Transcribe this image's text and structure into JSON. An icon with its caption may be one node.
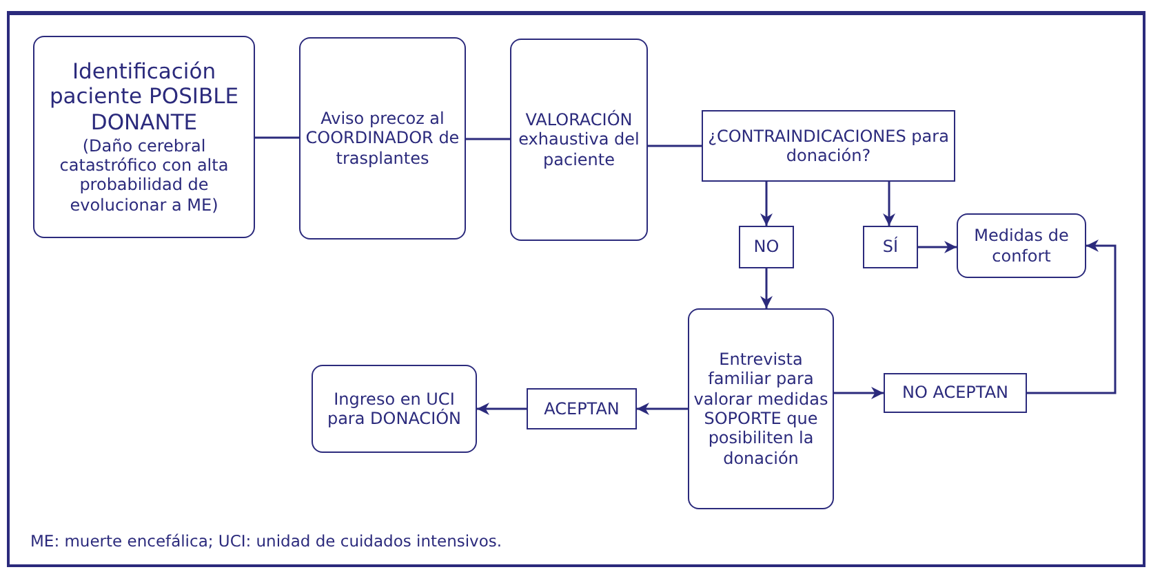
{
  "diagram": {
    "nodes": [
      {
        "text": [
          "Identificación paciente POSIBLE DONANTE",
          "(Daño cerebral catastrófico con alta probabilidad de evolucionar a ME)"
        ]
      },
      {
        "text": [
          "Aviso precoz al COORDINADOR de trasplantes"
        ]
      },
      {
        "text": [
          "VALORACIÓN exhaustiva del paciente"
        ]
      },
      {
        "text": [
          "¿CONTRAINDICACIONES para donación?"
        ]
      },
      {
        "text": [
          "NO"
        ]
      },
      {
        "text": [
          "SÍ"
        ]
      },
      {
        "text": [
          "Medidas de confort"
        ]
      },
      {
        "text": [
          "Entrevista familiar para valorar medidas SOPORTE que posibiliten la donación"
        ]
      },
      {
        "text": [
          "NO ACEPTAN"
        ]
      },
      {
        "text": [
          "ACEPTAN"
        ]
      },
      {
        "text": [
          "Ingreso en UCI para DONACIÓN"
        ]
      }
    ],
    "edges": [
      {
        "from": 0,
        "to": 1,
        "arrow": "none"
      },
      {
        "from": 1,
        "to": 2,
        "arrow": "none"
      },
      {
        "from": 2,
        "to": 3,
        "arrow": "none"
      },
      {
        "from": 3,
        "to": 4,
        "arrow": "to"
      },
      {
        "from": 3,
        "to": 5,
        "arrow": "to"
      },
      {
        "from": 5,
        "to": 6,
        "arrow": "to"
      },
      {
        "from": 4,
        "to": 7,
        "arrow": "to"
      },
      {
        "from": 7,
        "to": 8,
        "arrow": "to"
      },
      {
        "from": 8,
        "to": 6,
        "arrow": "to"
      },
      {
        "from": 7,
        "to": 9,
        "arrow": "to"
      },
      {
        "from": 9,
        "to": 10,
        "arrow": "to"
      }
    ],
    "labels": [
      "ME: muerte encefálica; UCI: unidad de cuidados intensivos."
    ]
  }
}
